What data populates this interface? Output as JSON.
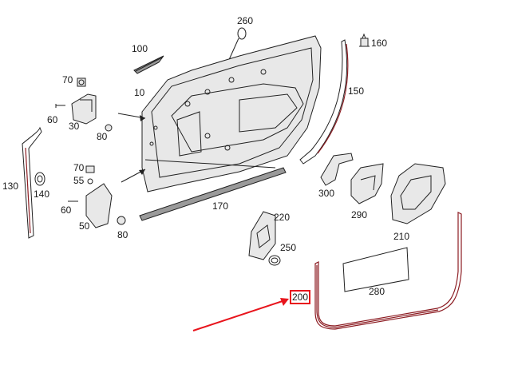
{
  "callouts": {
    "c260": "260",
    "c160": "160",
    "c100": "100",
    "c70a": "70",
    "c10": "10",
    "c150": "150",
    "c60a": "60",
    "c30": "30",
    "c80a": "80",
    "c130": "130",
    "c70b": "70",
    "c55": "55",
    "c140": "140",
    "c300": "300",
    "c290": "290",
    "c210": "210",
    "c60b": "60",
    "c170": "170",
    "c220": "220",
    "c50": "50",
    "c80b": "80",
    "c250": "250",
    "c280": "280",
    "c200": "200"
  },
  "colors": {
    "highlight": "#e8141c",
    "seal": "#8c1c22",
    "line": "#222222"
  }
}
